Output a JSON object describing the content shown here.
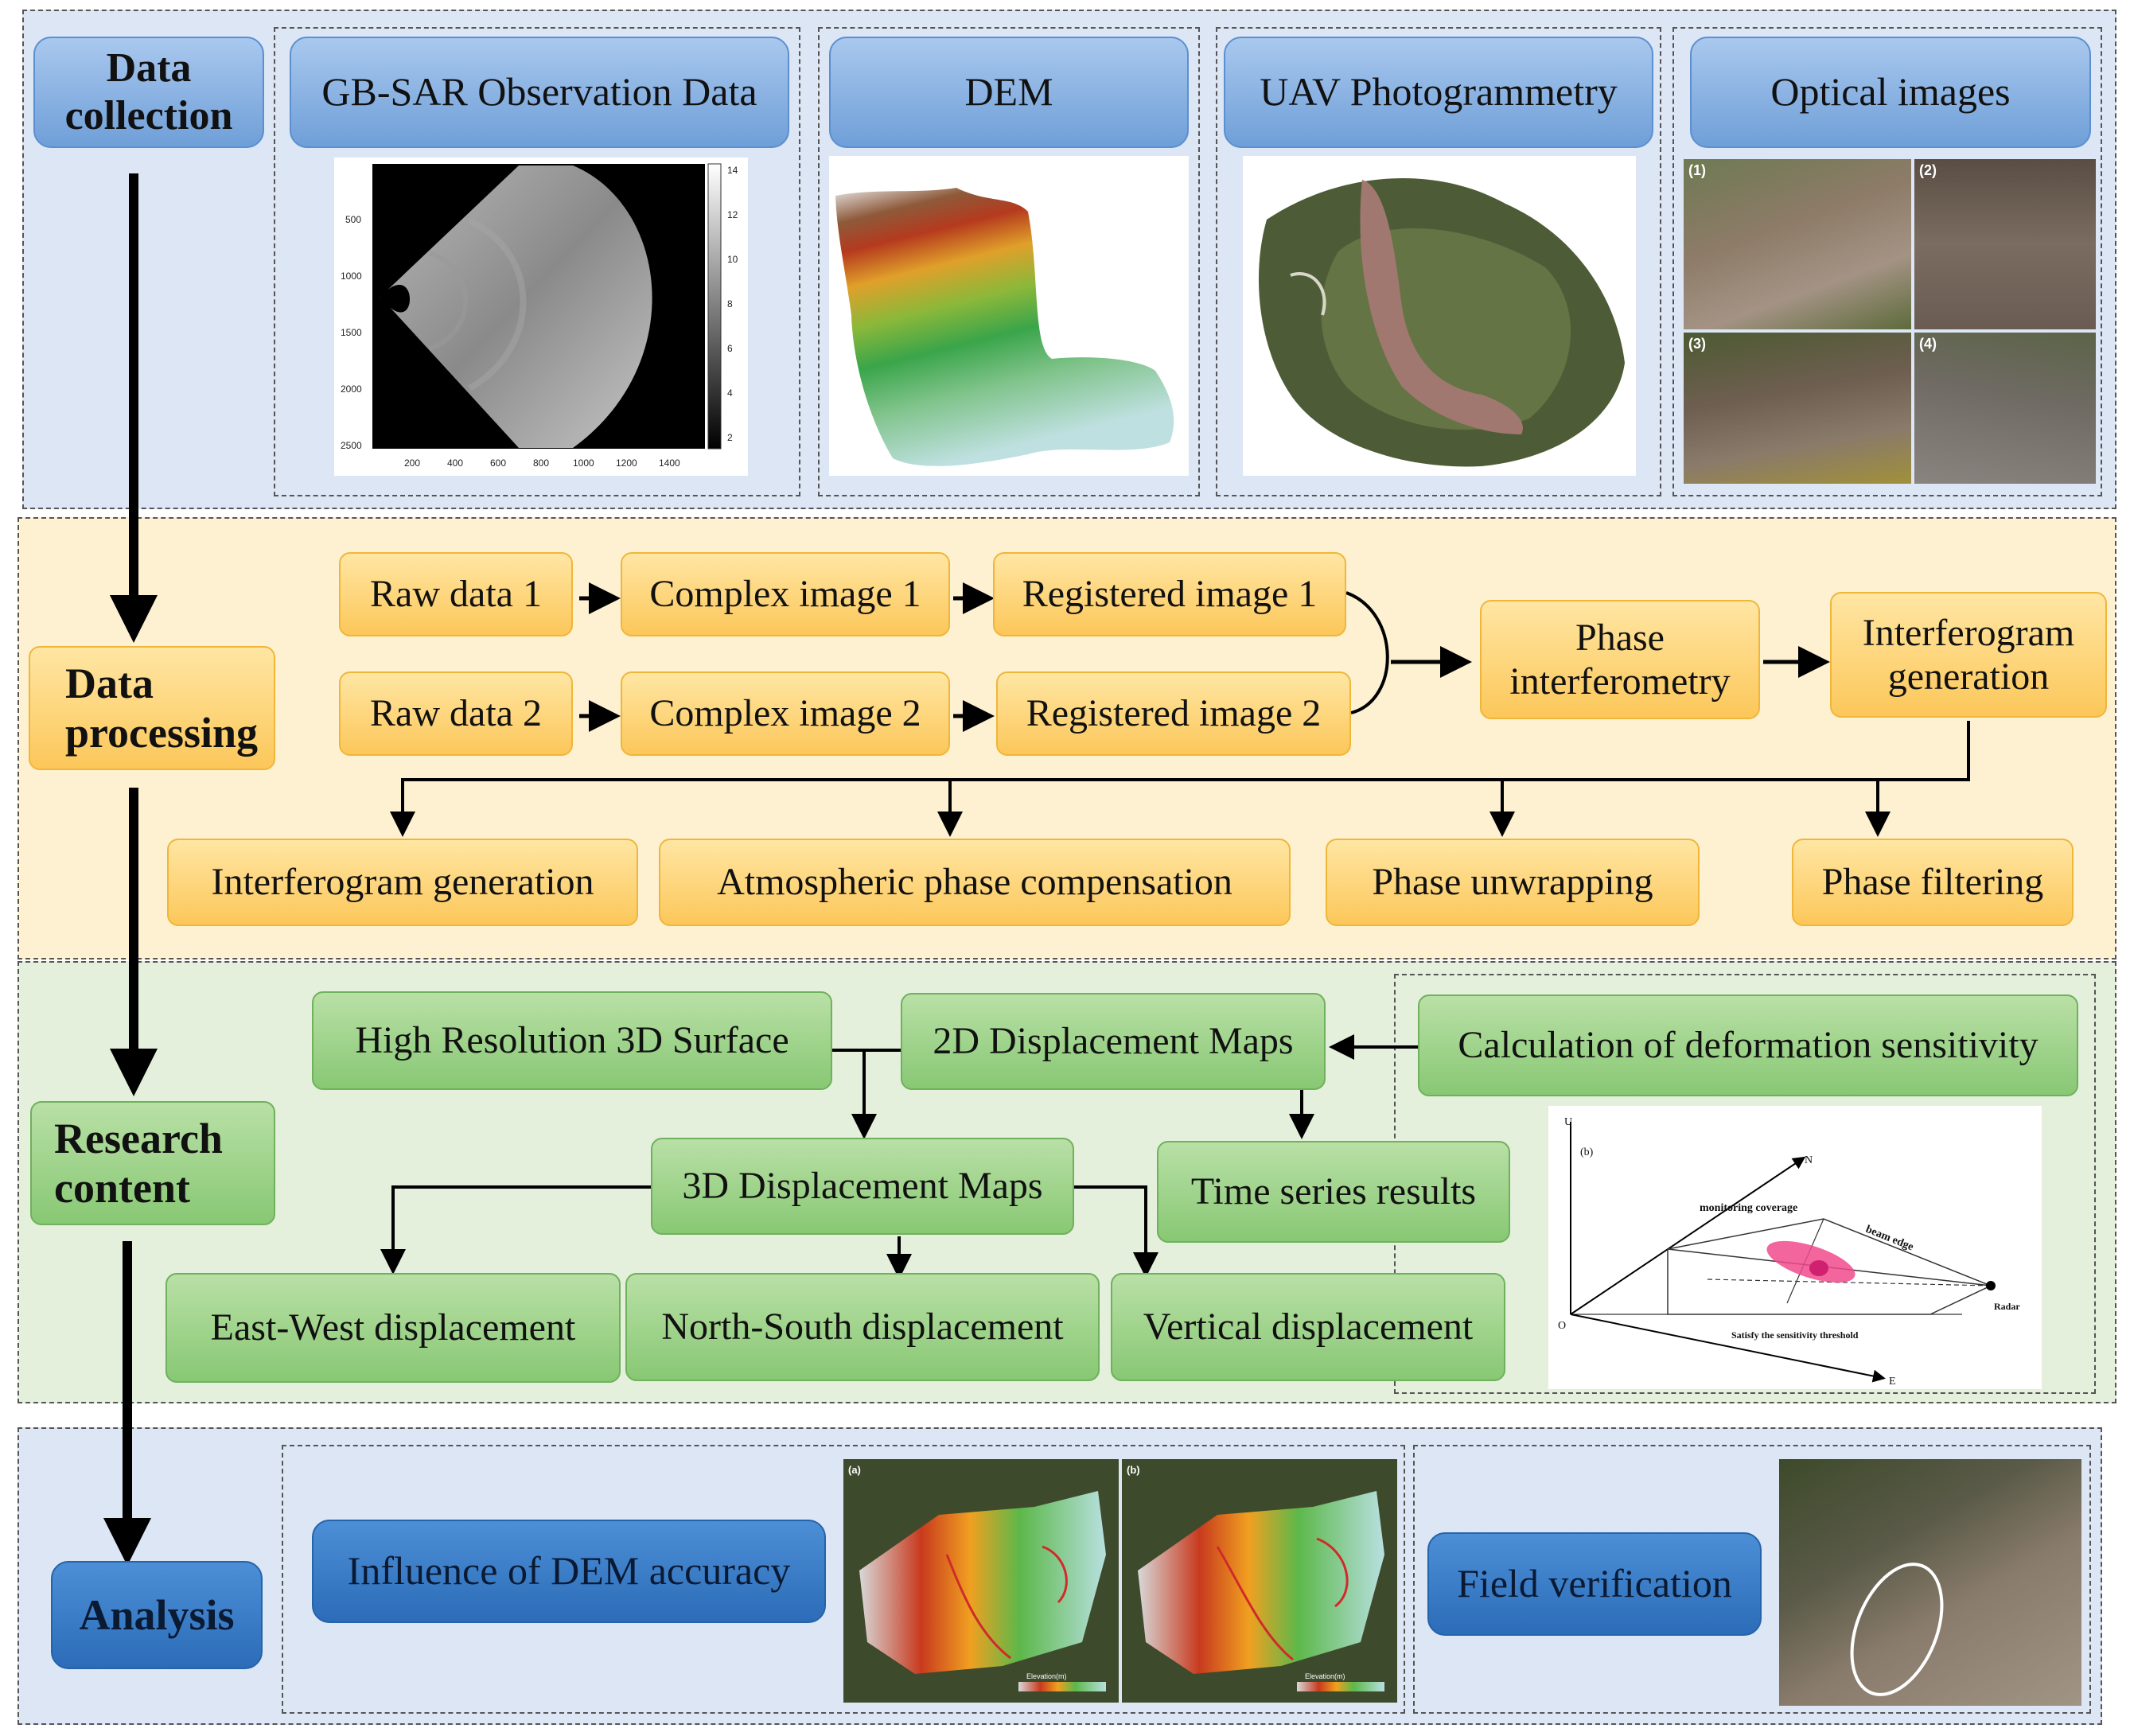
{
  "stages": {
    "data_collection": "Data collection",
    "data_processing": "Data processing",
    "research_content": "Research content",
    "analysis": "Analysis"
  },
  "collection": {
    "gbsar": "GB-SAR Observation Data",
    "dem": "DEM",
    "uav": "UAV  Photogrammetry",
    "optical": "Optical images",
    "gbsar_y_ticks": [
      "500",
      "1000",
      "1500",
      "2000",
      "2500"
    ],
    "gbsar_x_ticks": [
      "200",
      "400",
      "600",
      "800",
      "1000",
      "1200",
      "1400"
    ],
    "gbsar_colorbar_ticks": [
      "14",
      "12",
      "10",
      "8",
      "6",
      "4",
      "2"
    ],
    "optical_labels": [
      "(1)",
      "(2)",
      "(3)",
      "(4)"
    ]
  },
  "processing": {
    "raw1": "Raw data 1",
    "raw2": "Raw data 2",
    "complex1": "Complex image 1",
    "complex2": "Complex image 2",
    "registered1": "Registered image 1",
    "registered2": "Registered image 2",
    "phase_interferometry": "Phase interferometry",
    "interferogram_generation_top": "Interferogram generation",
    "interferogram_generation": "Interferogram generation",
    "atmospheric": "Atmospheric phase compensation",
    "unwrapping": "Phase unwrapping",
    "filtering": "Phase filtering"
  },
  "research": {
    "surface3d": "High Resolution 3D Surface",
    "maps2d": "2D Displacement Maps",
    "sensitivity": "Calculation of deformation sensitivity",
    "maps3d": "3D Displacement Maps",
    "timeseries": "Time series results",
    "east_west": "East-West displacement",
    "north_south": "North-South displacement",
    "vertical": "Vertical displacement",
    "diagram_labels": {
      "panel": "(b)",
      "u": "U",
      "n": "N",
      "e": "E",
      "o": "O",
      "coverage": "monitoring coverage",
      "beam": "beam edge",
      "radar": "Radar",
      "threshold": "Satisfy the sensitivity threshold"
    }
  },
  "analysis": {
    "dem_accuracy": "Influence of DEM accuracy",
    "field": "Field verification",
    "map_a_label": "(a)",
    "map_b_label": "(b)",
    "map_legend": "Elevation(m)"
  },
  "colors": {
    "collection_bg": "#dce6f4",
    "processing_bg": "#fdf1d2",
    "research_bg": "#e4efdc",
    "analysis_bg": "#dce6f4"
  }
}
